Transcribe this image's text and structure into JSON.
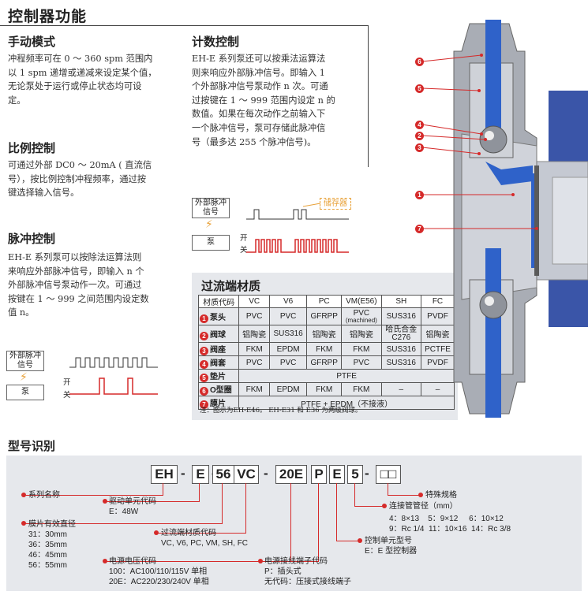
{
  "title": "控制器功能",
  "manual": {
    "heading": "手动模式",
    "text": "冲程频率可在 0 ～ 360 spm 范围内\n以 1 spm 递增或递减来设定某个值，\n无论泵处于运行或停止状态均可设\n定。"
  },
  "proportional": {
    "heading": "比例控制",
    "text": "可通过外部 DC0 ～ 20mA ( 直流信\n号），按比例控制冲程频率，通过按\n键选择输入信号。"
  },
  "pulse": {
    "heading": "脉冲控制",
    "text": "EH-E 系列泵可以按除法运算法则\n来响应外部脉冲信号，即输入 n 个\n外部脉冲信号泵动作一次。可通过\n按键在 1 ～ 999 之间范围内设定数\n值 n。",
    "ext_signal": "外部脉冲信号",
    "pump": "泵",
    "on": "开",
    "off": "关"
  },
  "count": {
    "heading": "计数控制",
    "text": "EH-E 系列泵还可以按乘法运算法\n则来响应外部脉冲信号。即输入 1\n个外部脉冲信号泵动作 n 次。可通\n过按键在 1 ～ 999 范围内设定 n 的\n数值。如果在每次动作之前输入下\n一个脉冲信号，泵可存储此脉冲信\n号（最多达 255 个脉冲信号)。",
    "ext_signal": "外部脉冲信号",
    "pump": "泵",
    "memory": "储存器",
    "on": "开",
    "off": "关"
  },
  "materials": {
    "heading": "过流端材质",
    "columns": [
      "材质代码",
      "VC",
      "V6",
      "PC",
      "VM(E56)",
      "SH",
      "FC"
    ],
    "rows": [
      {
        "num": "1",
        "name": "泵头",
        "cells": [
          "PVC",
          "PVC",
          "GFRPP",
          "PVC",
          "SUS316",
          "PVDF"
        ],
        "sub": "(machined)"
      },
      {
        "num": "2",
        "name": "阀球",
        "cells": [
          "铝陶瓷",
          "SUS316",
          "铝陶瓷",
          "铝陶瓷",
          "哈氏合金",
          "铝陶瓷"
        ],
        "sub2": "C276"
      },
      {
        "num": "3",
        "name": "阀座",
        "cells": [
          "FKM",
          "EPDM",
          "FKM",
          "FKM",
          "SUS316",
          "PCTFE"
        ]
      },
      {
        "num": "4",
        "name": "阀套",
        "cells": [
          "PVC",
          "PVC",
          "GFRPP",
          "PVC",
          "SUS316",
          "PVDF"
        ]
      },
      {
        "num": "5",
        "name": "垫片",
        "span": "PTFE"
      },
      {
        "num": "6",
        "name": "O型圈",
        "cells": [
          "FKM",
          "EPDM",
          "FKM",
          "FKM",
          "–",
          "–"
        ]
      },
      {
        "num": "7",
        "name": "膜片",
        "span": "PTFE + EPDM（不接液）"
      }
    ],
    "note": "注：图示为EH-E46。 EH-E31 和 E36 为两级阀球。"
  },
  "diagram": {
    "callouts": [
      "6",
      "5",
      "4",
      "2",
      "3",
      "1",
      "7"
    ]
  },
  "model": {
    "heading": "型号识别",
    "boxes": [
      "EH",
      "E",
      "56",
      "VC",
      "20E",
      "P",
      "E",
      "5",
      "□□"
    ],
    "dash": "-",
    "series": "系列名称",
    "drive": "驱动单元代码\nE：48W",
    "diaphragm": "膜片有效直径\n31：30mm\n36：35mm\n46：45mm\n56：55mm",
    "wetted": "过流端材质代码\nVC, V6, PC, VM, SH, FC",
    "voltage": "电源电压代码\n100：AC100/110/115V 单相\n20E：AC220/230/240V 单相",
    "plug": "电源接线端子代码\nP：插头式\n无代码：压接式接线端子",
    "control": "控制单元型号\nE：E 型控制器",
    "pipe_title": "连接管管径（mm）",
    "pipe": "4：8×13    5：9×12     6：10×12\n9：Rc 1/4  11：10×16  14：Rc 3/8",
    "special": "特殊规格"
  },
  "colors": {
    "accent": "#d52a2a",
    "blue": "#2f62c9",
    "orange": "#e8a23a",
    "panel": "#e6e8ec"
  }
}
